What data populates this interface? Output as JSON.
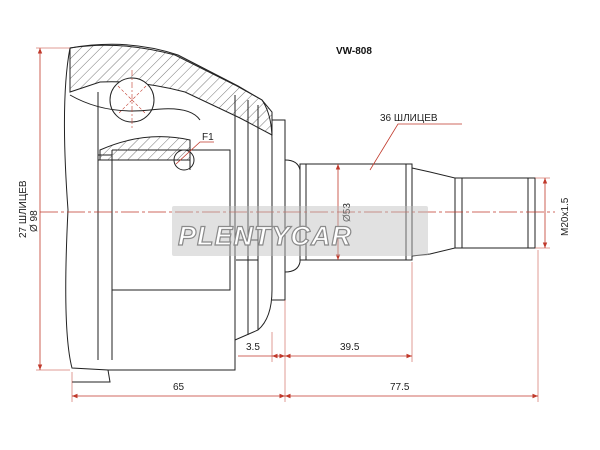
{
  "part_number": "VW-808",
  "labels": {
    "outer_splines": "27 ШЛИЦЕВ",
    "outer_diameter": "Ø 98",
    "inner_splines": "36 ШЛИЦЕВ",
    "feature": "F1",
    "shaft_diameter": "Ø53",
    "thread": "M20x1.5"
  },
  "dimensions": {
    "bell_length": "65",
    "shaft_length": "77.5",
    "step": "3.5",
    "spline_length": "39.5"
  },
  "watermark": "PLENTYCAR",
  "colors": {
    "line": "#222222",
    "dimension": "#c0392b",
    "centerline": "#c0392b",
    "hatch": "#555555",
    "watermark": "#8a8a8a"
  }
}
